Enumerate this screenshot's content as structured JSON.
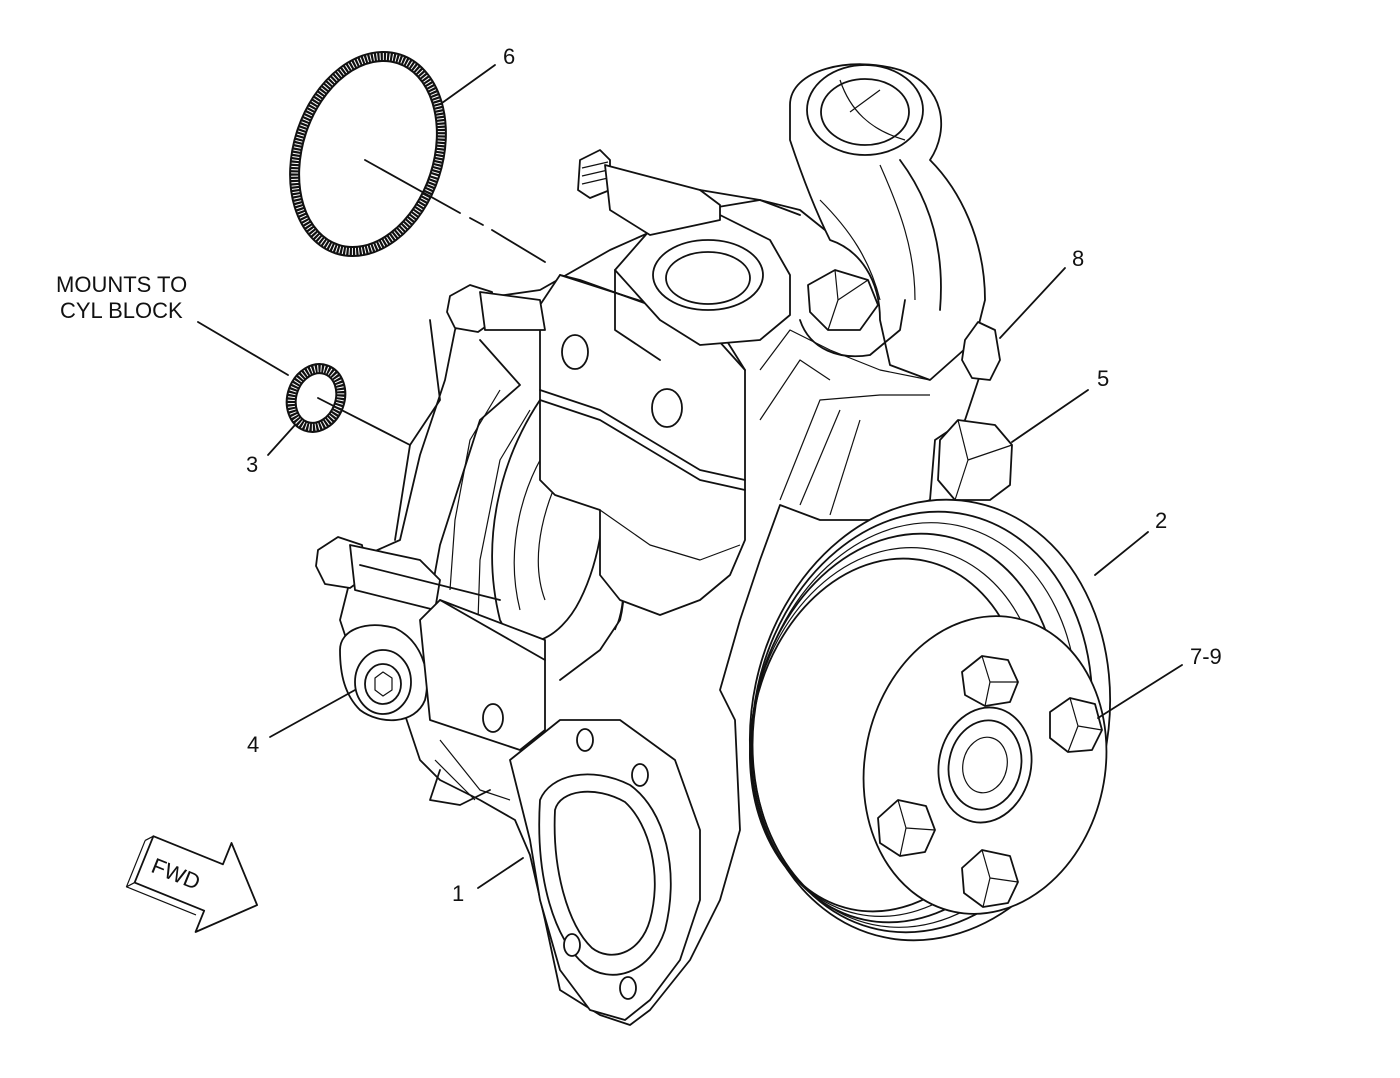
{
  "callouts": {
    "c1": "1",
    "c2": "2",
    "c3": "3",
    "c4": "4",
    "c5": "5",
    "c6": "6",
    "c79": "7-9",
    "c8": "8"
  },
  "note": {
    "line1": "MOUNTS TO",
    "line2": "CYL BLOCK"
  },
  "direction": {
    "label": "FWD"
  },
  "icons": {
    "arrow": "fwd-arrow-icon"
  }
}
